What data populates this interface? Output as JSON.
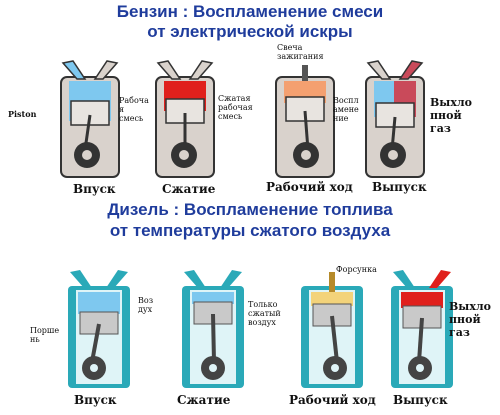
{
  "gasoline": {
    "title_line1": "Бензин : Воспламенение смеси",
    "title_line2": "от электрической искры",
    "left_label": "Piston",
    "labels": {
      "working_mix": "Рабоча\nя\nсмесь",
      "compressed_mix": "Сжатая\nрабочая\nсмесь",
      "spark_plug": "Свеча\nзажигания",
      "ignition": "Воспл\nамене\nние",
      "exhaust_gas": "Выхло\nпной\nгаз"
    },
    "strokes": [
      "Впуск",
      "Сжатие",
      "Рабочий ход",
      "Выпуск"
    ]
  },
  "diesel": {
    "title_line1": "Дизель : Воспламенение топлива",
    "title_line2": "от температуры сжатого воздуха",
    "labels": {
      "injector": "Форсунка",
      "air": "Воз\nдух",
      "piston": "Порше\nнь",
      "compressed_air": "Только\nсжатый\nвоздух",
      "exhaust_gas": "Выхло\nпной\nгаз"
    },
    "strokes": [
      "Впуск",
      "Сжатие",
      "Рабочий ход",
      "Выпуск"
    ]
  },
  "colors": {
    "title": "#1f3c9c",
    "intake_blue": "#7ec8ef",
    "compression_red": "#e0201c",
    "combustion_orange": "#f4a070",
    "exhaust_mix": "#c94a5a",
    "diesel_wall": "#2aa9b8",
    "diesel_inner": "#dff4f7",
    "diesel_fuel": "#f3d37a"
  }
}
